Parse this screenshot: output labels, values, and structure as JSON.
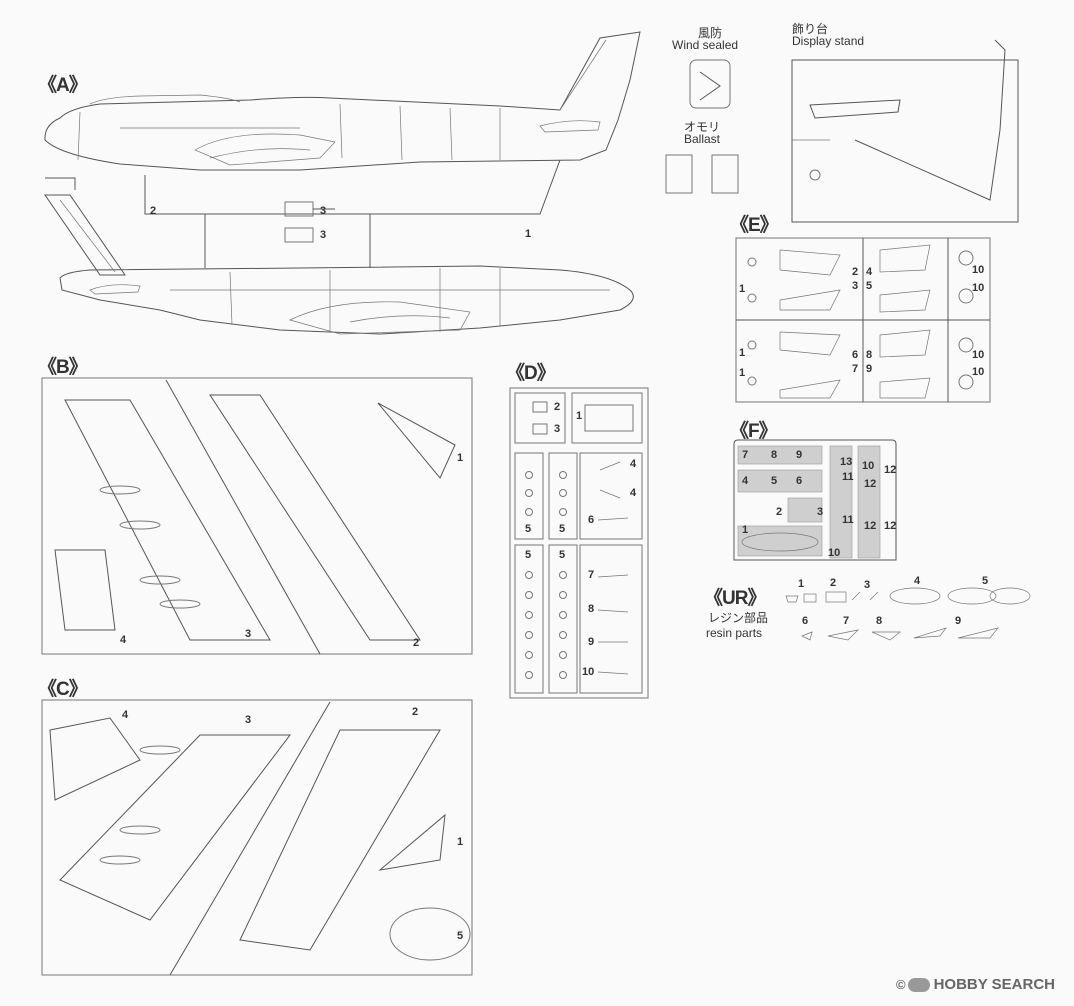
{
  "sections": {
    "A": "《A》",
    "B": "《B》",
    "C": "《C》",
    "D": "《D》",
    "E": "《E》",
    "F": "《F》",
    "UR": "《UR》"
  },
  "wind": {
    "jp": "風防",
    "en": "Wind sealed"
  },
  "ballast": {
    "jp": "オモリ",
    "en": "Ballast"
  },
  "stand": {
    "jp": "飾り台",
    "en": "Display stand"
  },
  "resin": {
    "jp": "レジン部品",
    "en": "resin parts"
  },
  "a_nums": [
    "2",
    "3",
    "3",
    "1"
  ],
  "b_nums": [
    "1",
    "4",
    "3",
    "2"
  ],
  "c_nums": [
    "4",
    "3",
    "2",
    "1",
    "5"
  ],
  "d_nums": [
    "2",
    "3",
    "1",
    "4",
    "4",
    "5",
    "5",
    "6",
    "5",
    "5",
    "7",
    "8",
    "9",
    "10"
  ],
  "e_nums": [
    "1",
    "1",
    "2",
    "3",
    "4",
    "5",
    "10",
    "10",
    "1",
    "1",
    "6",
    "7",
    "8",
    "9",
    "10",
    "10"
  ],
  "f_nums": [
    "7",
    "8",
    "9",
    "4",
    "5",
    "6",
    "2",
    "3",
    "1",
    "13",
    "10",
    "12",
    "11",
    "12",
    "11",
    "12",
    "12",
    "10"
  ],
  "ur_nums": [
    "1",
    "2",
    "3",
    "4",
    "5",
    "6",
    "7",
    "8",
    "9"
  ],
  "watermark": "HOBBY SEARCH",
  "copyright": "©"
}
